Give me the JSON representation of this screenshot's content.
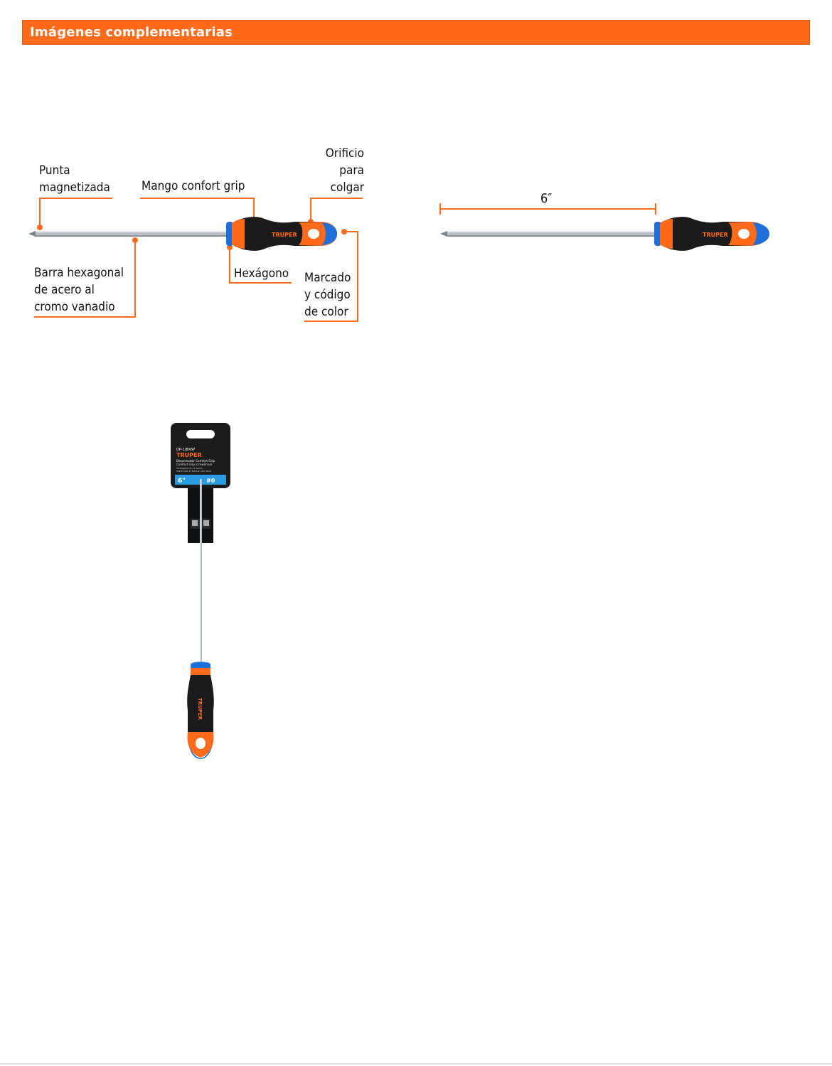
{
  "section": {
    "title": "Imágenes complementarias"
  },
  "diagram": {
    "callouts": {
      "tip": "Punta\nmagnetizada",
      "handle": "Mango confort grip",
      "hole": "Orificio\npara\ncolgar",
      "bar": "Barra hexagonal\nde acero al\ncromo vanadio",
      "hexagon": "Hexágono",
      "marking": "Marcado\ny código\nde color"
    },
    "brand_logo_text": "TRUPER"
  },
  "dimension": {
    "label": "6″"
  },
  "package": {
    "brand": "TRUPER",
    "code": "DP-1/8X6P",
    "product_es": "Desarmador Comfort Grip",
    "product_en": "Comfort Grip screwdriver",
    "note": "Hexágono en la barra, maximiza el torque con llave",
    "size": "6\"",
    "tip": "#0"
  },
  "colors": {
    "accent_orange": "#ff6b1a",
    "handle_black": "#1b1b1b",
    "handle_blue": "#1e6fd9",
    "leader_line": "#ff6b1a"
  }
}
